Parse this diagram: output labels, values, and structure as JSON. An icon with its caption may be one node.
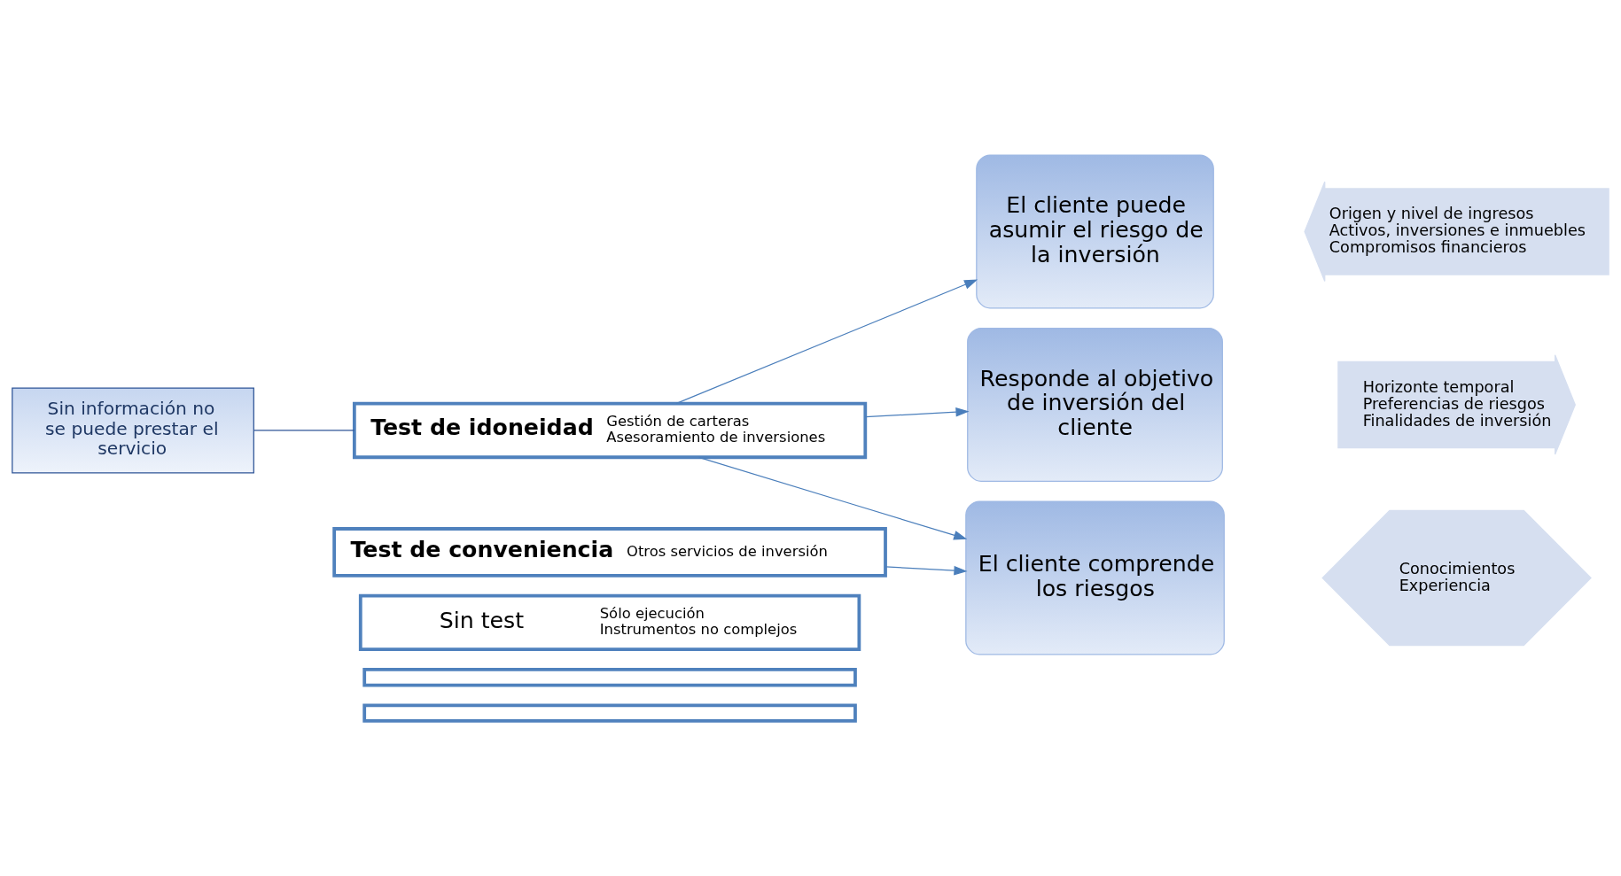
{
  "diagram": {
    "nodes": [
      {
        "text": [
          "Sin información no se puede prestar el servicio"
        ]
      },
      {
        "text": [
          "Test de idoneidad",
          "Gestión de carteras",
          "Asesoramiento de inversiones"
        ]
      },
      {
        "text": [
          "Test de conveniencia",
          "Otros servicios de inversión"
        ]
      },
      {
        "text": [
          "Sin test",
          "Sólo ejecución",
          "Instrumentos no complejos"
        ]
      },
      {
        "text": [],
        "shape": "box"
      },
      {
        "text": [],
        "shape": "box"
      },
      {
        "text": [
          "El cliente puede asumir el riesgo de la inversión"
        ]
      },
      {
        "text": [
          "Responde al objetivo de inversión del cliente"
        ]
      },
      {
        "text": [
          "El cliente comprende los riesgos"
        ]
      },
      {
        "text": [
          "Origen y nivel de ingresos",
          "Activos, inversiones e inmuebles",
          "Compromisos financieros"
        ]
      },
      {
        "text": [
          "Horizonte temporal",
          "Preferencias de riesgos",
          "Finalidades de inversión"
        ]
      },
      {
        "text": [
          "Conocimientos",
          "Experiencia"
        ]
      }
    ],
    "edges": [
      {
        "from": 0,
        "to": 1,
        "arrow": "none"
      },
      {
        "from": 1,
        "to": 6,
        "arrow": "to"
      },
      {
        "from": 1,
        "to": 7,
        "arrow": "to"
      },
      {
        "from": 1,
        "to": 8,
        "arrow": "to"
      },
      {
        "from": 2,
        "to": 8,
        "arrow": "to"
      }
    ]
  }
}
